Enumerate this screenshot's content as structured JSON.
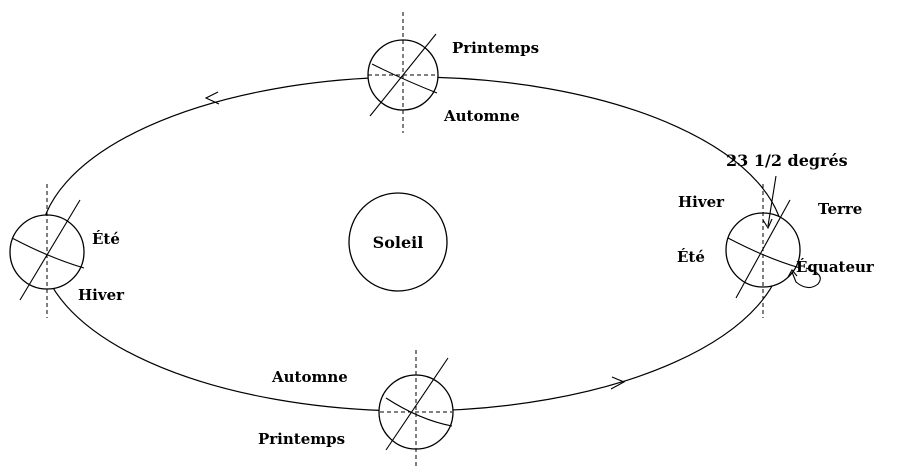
{
  "sun_label": "Soleil",
  "top_position": {
    "label_a": "Printemps",
    "label_b": "Automne"
  },
  "left_position": {
    "label_a": "Été",
    "label_b": "Hiver"
  },
  "bottom_position": {
    "label_a": "Automne",
    "label_b": "Printemps"
  },
  "right_position": {
    "angle_label": "23 1/2 degrés",
    "hemisphere_north": "Hiver",
    "hemisphere_south": "Été",
    "earth_label": "Terre",
    "equator_label": "Équateur"
  }
}
